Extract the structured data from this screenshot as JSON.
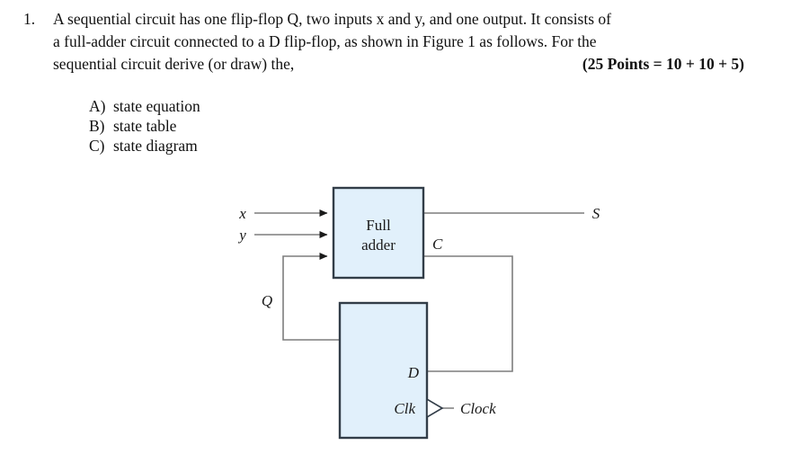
{
  "question": {
    "number": "1.",
    "line1": "A sequential circuit has one flip-flop Q, two inputs x and y, and one output. It consists of",
    "line2": "a full-adder circuit connected to a D flip-flop, as shown in Figure 1 as follows. For the",
    "line3_text": "sequential circuit derive (or draw) the,",
    "points": "(25 Points = 10 + 10 + 5)"
  },
  "sub_items": [
    {
      "marker": "A)",
      "label": "state equation"
    },
    {
      "marker": "B)",
      "label": "state table"
    },
    {
      "marker": "C)",
      "label": "state diagram"
    }
  ],
  "figure": {
    "blocks": {
      "full_adder_line1": "Full",
      "full_adder_line2": "adder",
      "flip_flop_d": "D",
      "flip_flop_clk": "Clk"
    },
    "signals": {
      "input_x": "x",
      "input_y": "y",
      "feedback_q": "Q",
      "output_s": "S",
      "carry_c": "C",
      "clock": "Clock"
    }
  },
  "colors": {
    "block_fill": "#e1f0fb",
    "block_border": "#323d48",
    "wire": "#7d7d7d",
    "text": "#111111",
    "page_background": "#ffffff"
  }
}
